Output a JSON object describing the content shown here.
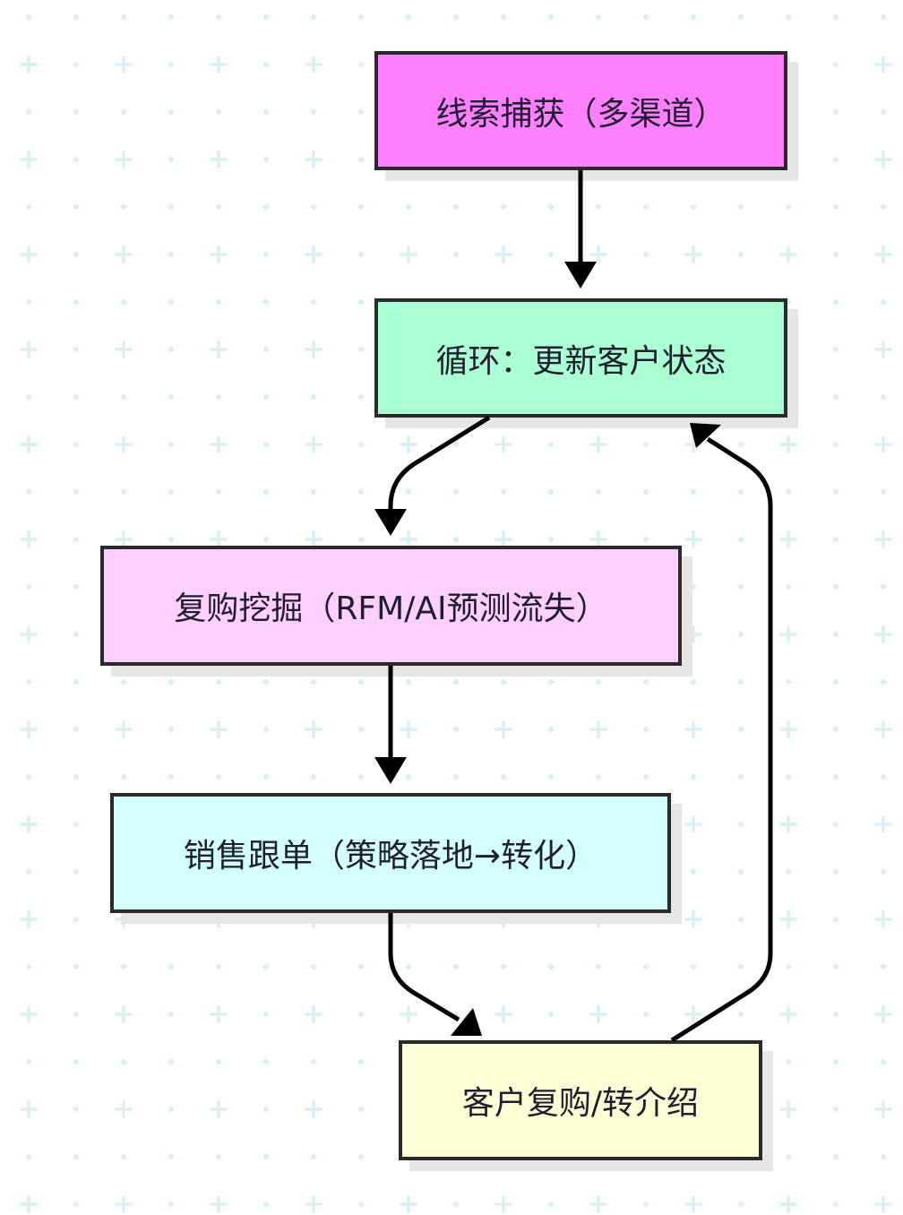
{
  "diagram": {
    "type": "flowchart",
    "background": {
      "color": "#ffffff",
      "grid_color": "#d9eff2"
    },
    "nodes": [
      {
        "id": "lead-capture",
        "label": "线索捕获（多渠道）",
        "fill": "#ff80ff"
      },
      {
        "id": "update-status",
        "label": "循环：更新客户状态",
        "fill": "#aaffd5"
      },
      {
        "id": "repurchase-mining",
        "label": "复购挖掘（RFM/AI预测流失）",
        "fill": "#ffd0ff"
      },
      {
        "id": "sales-followup",
        "label": "销售跟单（策略落地→转化）",
        "fill": "#d4ffff"
      },
      {
        "id": "repurchase-referral",
        "label": "客户复购/转介绍",
        "fill": "#ffffd6"
      }
    ],
    "edges": [
      {
        "from": "lead-capture",
        "to": "update-status"
      },
      {
        "from": "update-status",
        "to": "repurchase-mining"
      },
      {
        "from": "repurchase-mining",
        "to": "sales-followup"
      },
      {
        "from": "sales-followup",
        "to": "repurchase-referral"
      },
      {
        "from": "repurchase-referral",
        "to": "update-status"
      }
    ]
  }
}
